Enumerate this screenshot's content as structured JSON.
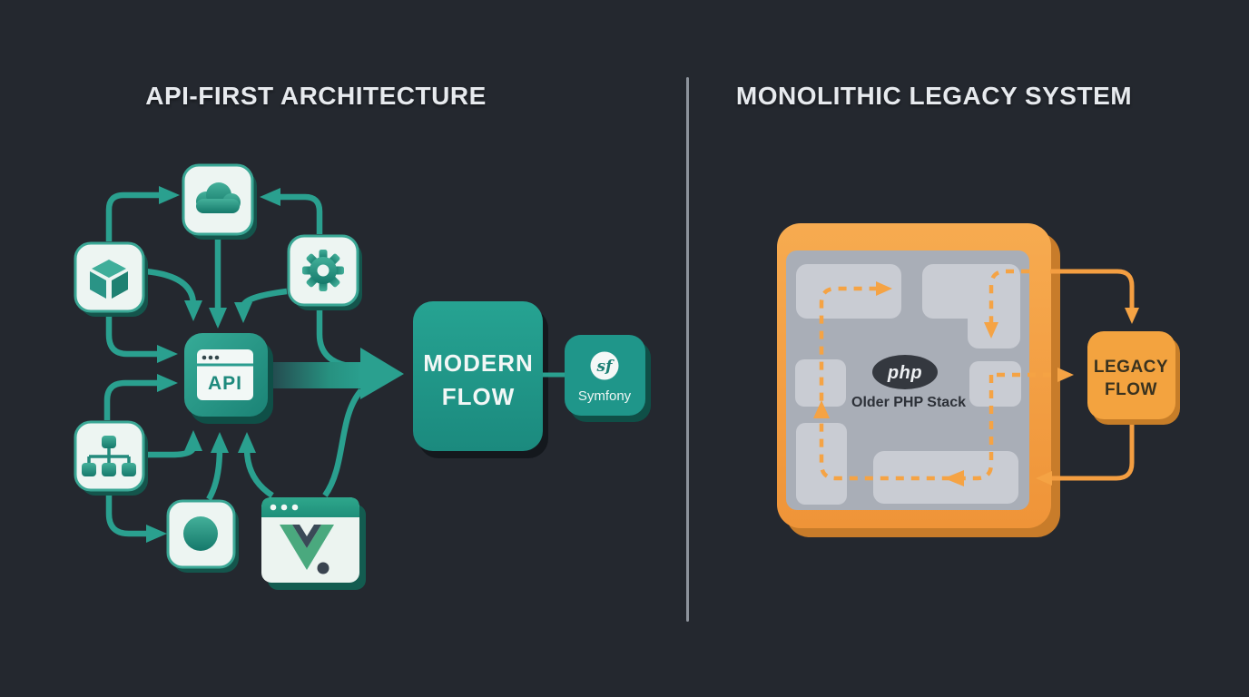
{
  "colors": {
    "background": "#24282f",
    "teal": "#2aa08f",
    "teal_dark": "#17806f",
    "teal_box": "#1f968a",
    "orange": "#f49e41",
    "orange_box": "#f3a33f",
    "monolith_inner_gray": "#a9aeb7",
    "monolith_block_gray": "#c9ccd3",
    "divider_gray": "#8d939c",
    "title_text": "#e7eaee"
  },
  "left_panel": {
    "title": "API-FIRST ARCHITECTURE",
    "api_label": "API",
    "modern_flow": {
      "line1": "MODERN",
      "line2": "FLOW"
    },
    "symfony": {
      "monogram": "sf",
      "label": "Symfony"
    },
    "icons": [
      "cloud-icon",
      "cube-icon",
      "gear-icon",
      "api-window-icon",
      "sitemap-icon",
      "circle-icon",
      "vue-window-icon"
    ]
  },
  "right_panel": {
    "title": "MONOLITHIC LEGACY SYSTEM",
    "php_label": "php",
    "stack_label": "Older PHP Stack",
    "legacy_flow": {
      "line1": "LEGACY",
      "line2": "FLOW"
    }
  }
}
